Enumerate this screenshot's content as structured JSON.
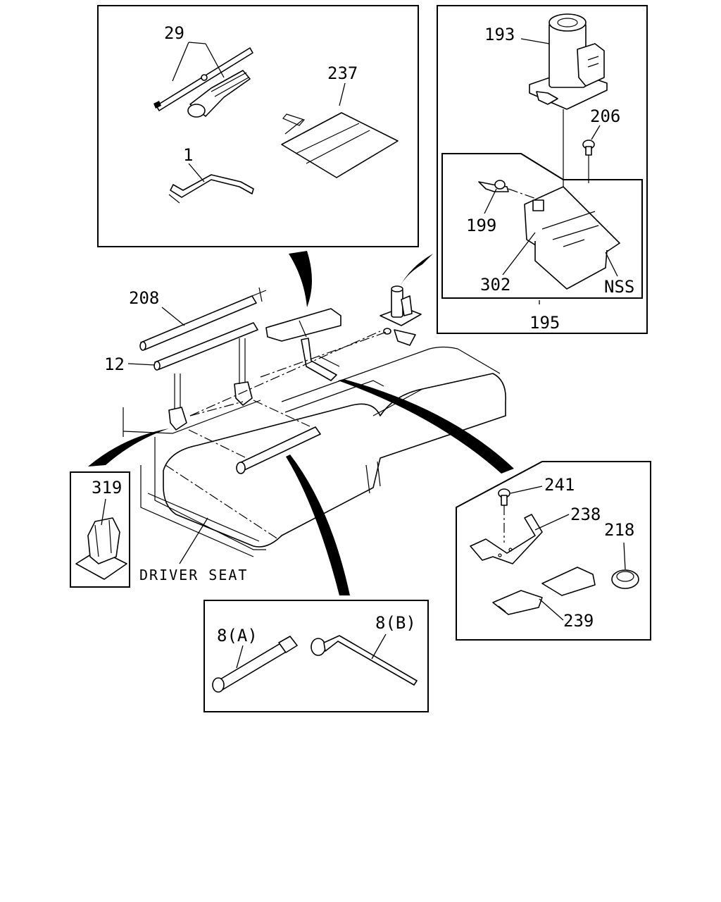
{
  "labels": {
    "p29": "29",
    "p237": "237",
    "p1": "1",
    "p193": "193",
    "p206": "206",
    "p199": "199",
    "p302": "302",
    "nss": "NSS",
    "p195": "195",
    "p208": "208",
    "p12": "12",
    "p319": "319",
    "driver_seat": "DRIVER SEAT",
    "p241": "241",
    "p238": "238",
    "p218": "218",
    "p239": "239",
    "p8a": "8(A)",
    "p8b": "8(B)"
  }
}
